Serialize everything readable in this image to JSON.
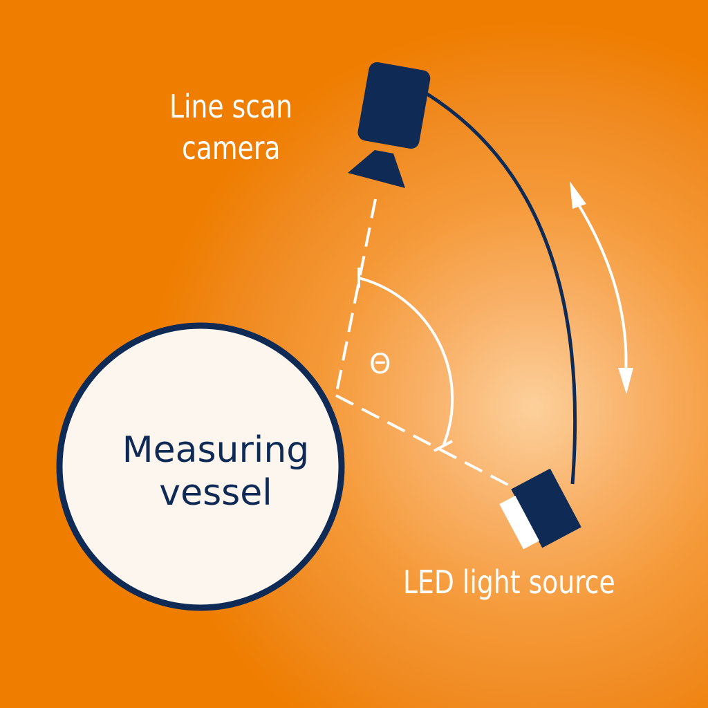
{
  "labels": {
    "camera_line1": "Line scan",
    "camera_line2": "camera",
    "light_source": "LED light source",
    "vessel_line1": "Measuring",
    "vessel_line2": "vessel",
    "angle": "Θ"
  },
  "colors": {
    "background": "#ef7d00",
    "glow": "#fcd09c",
    "navy": "#0f2a55",
    "vessel_fill": "#fcf6ef",
    "white": "#ffffff"
  },
  "icons": [
    "line-scan-camera-icon",
    "led-light-source-icon",
    "double-arrow-icon"
  ]
}
